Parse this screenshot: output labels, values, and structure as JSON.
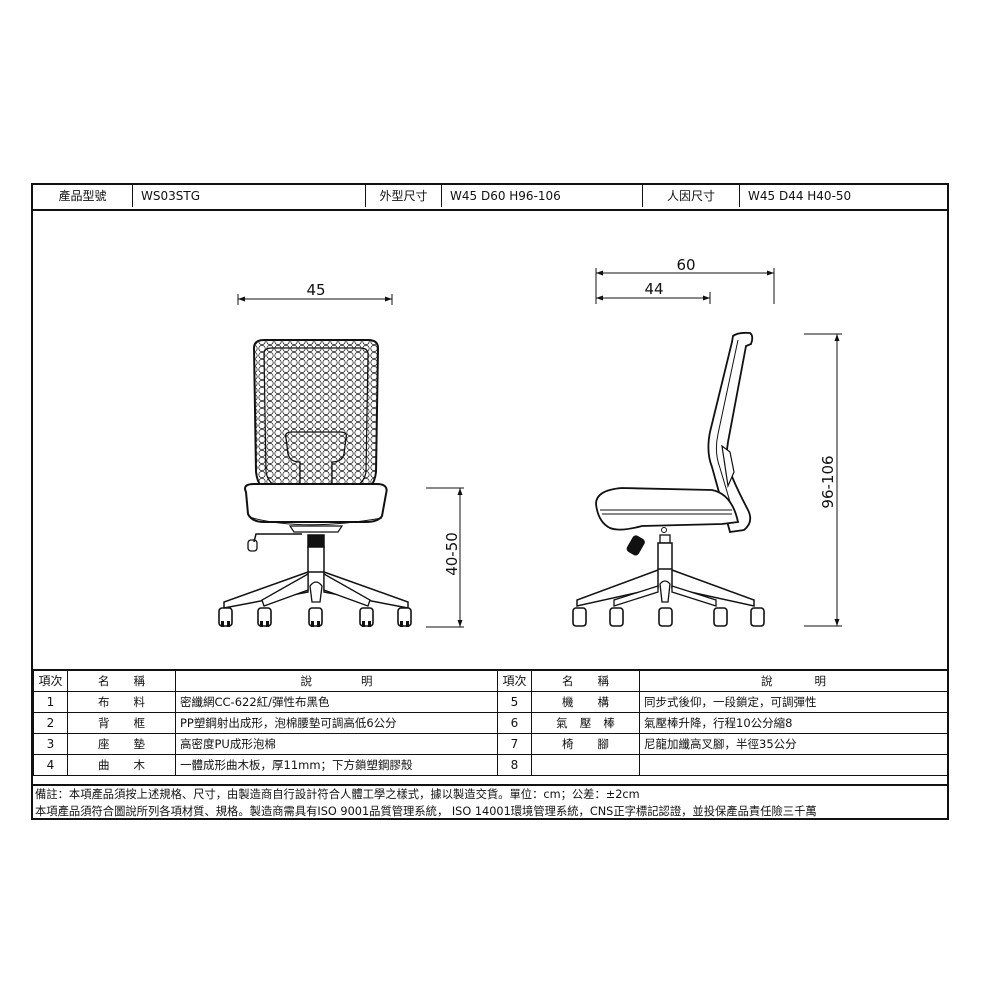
{
  "header": {
    "model_label": "產品型號",
    "model_value": "WS03STG",
    "outer_size_label": "外型尺寸",
    "outer_size_value": "W45 D60 H96-106",
    "ergo_size_label": "人因尺寸",
    "ergo_size_value": "W45 D44 H40-50"
  },
  "drawing": {
    "front_view": {
      "width_dim": "45",
      "seat_height_dim": "40-50"
    },
    "side_view": {
      "depth_dim": "60",
      "seat_depth_dim": "44",
      "total_height_dim": "96-106"
    }
  },
  "parts_table": {
    "headers": {
      "index": "項次",
      "name_chars": [
        "名",
        "稱"
      ],
      "desc_chars": [
        "說",
        "明"
      ]
    },
    "left_rows": [
      {
        "index": "1",
        "name_chars": [
          "布",
          "料"
        ],
        "desc": "密纖網CC-622紅/彈性布黑色"
      },
      {
        "index": "2",
        "name_chars": [
          "背",
          "框"
        ],
        "desc": "PP塑鋼射出成形，泡棉腰墊可調高低6公分"
      },
      {
        "index": "3",
        "name_chars": [
          "座",
          "墊"
        ],
        "desc": "高密度PU成形泡棉"
      },
      {
        "index": "4",
        "name_chars": [
          "曲",
          "木"
        ],
        "desc": "一體成形曲木板，厚11mm；下方鎖塑鋼膠殼"
      }
    ],
    "right_rows": [
      {
        "index": "5",
        "name_chars": [
          "機",
          "構"
        ],
        "desc": "同步式後仰，一段鎖定，可調彈性"
      },
      {
        "index": "6",
        "name_chars": [
          "氣",
          "壓",
          "棒"
        ],
        "desc": "氣壓棒升降，行程10公分縮8"
      },
      {
        "index": "7",
        "name_chars": [
          "椅",
          "腳"
        ],
        "desc": "尼龍加纖高叉腳，半徑35公分"
      },
      {
        "index": "8",
        "name_chars": [],
        "desc": ""
      }
    ]
  },
  "notes": {
    "line1": "備註：本項產品須按上述規格、尺寸，由製造商自行設計符合人體工學之樣式，據以製造交貨。單位：cm；公差：±2cm",
    "line2": "本項產品須符合圖說所列各項材質、規格。製造商需具有ISO 9001品質管理系統， ISO 14001環境管理系統，CNS正字標記認證，並投保產品責任險三千萬"
  }
}
